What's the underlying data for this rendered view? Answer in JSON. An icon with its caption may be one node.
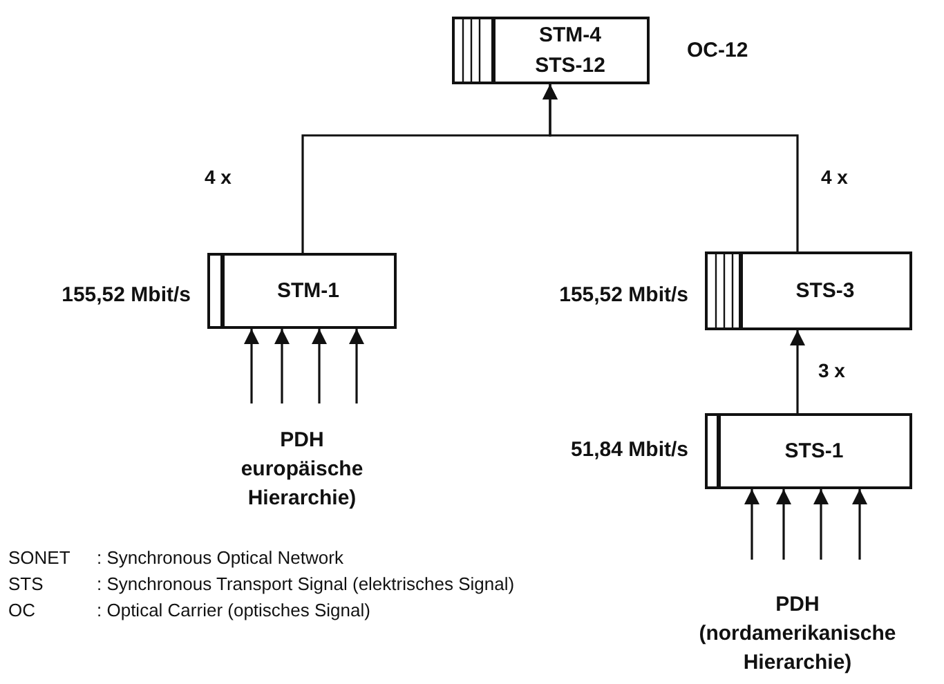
{
  "diagram": {
    "nodes": [
      {
        "text": [
          "STM-4",
          "STS-12"
        ],
        "beside": [
          "OC-12"
        ]
      },
      {
        "text": [
          "STM-1"
        ],
        "beside": [
          "155,52 Mbit/s"
        ]
      },
      {
        "text": [
          "STS-3"
        ],
        "beside": [
          "155,52 Mbit/s"
        ]
      },
      {
        "text": [
          "STS-1"
        ],
        "beside": [
          "51,84 Mbit/s"
        ]
      },
      {
        "text": [
          "PDH",
          "europäische Hierarchie)"
        ]
      },
      {
        "text": [
          "PDH",
          "(nordamerikanische Hierarchie)"
        ]
      }
    ],
    "edges": [
      {
        "from": 1,
        "to": 0,
        "arrow": "to",
        "label": "4 x"
      },
      {
        "from": 2,
        "to": 0,
        "arrow": "to",
        "label": "4 x"
      },
      {
        "from": 3,
        "to": 2,
        "arrow": "to",
        "label": "3 x"
      },
      {
        "from": 4,
        "to": 1,
        "arrow": "to"
      },
      {
        "from": 4,
        "to": 1,
        "arrow": "to"
      },
      {
        "from": 4,
        "to": 1,
        "arrow": "to"
      },
      {
        "from": 4,
        "to": 1,
        "arrow": "to"
      },
      {
        "from": 5,
        "to": 3,
        "arrow": "to"
      },
      {
        "from": 5,
        "to": 3,
        "arrow": "to"
      },
      {
        "from": 5,
        "to": 3,
        "arrow": "to"
      },
      {
        "from": 5,
        "to": 3,
        "arrow": "to"
      }
    ],
    "labels": [
      "SONET",
      ": Synchronous Optical Network",
      "STS",
      ": Synchronous Transport Signal (elektrisches Signal)",
      "OC",
      ": Optical Carrier (optisches Signal)"
    ]
  }
}
